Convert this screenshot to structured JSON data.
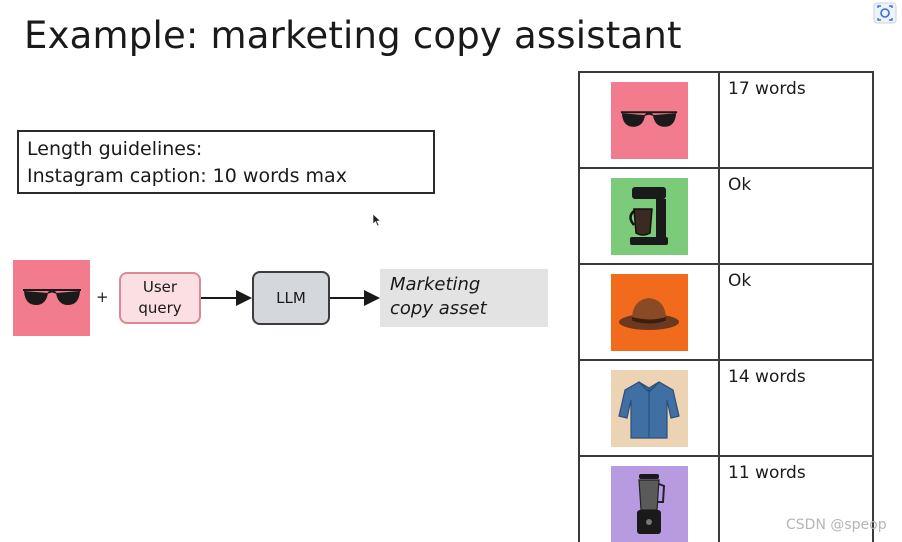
{
  "slide": {
    "title": "Example: marketing copy assistant"
  },
  "guidelines": {
    "line1": "Length guidelines:",
    "line2": "Instagram caption: 10 words max"
  },
  "flow": {
    "plus": "+",
    "user_query_line1": "User",
    "user_query_line2": "query",
    "llm_label": "LLM",
    "output_line1": "Marketing",
    "output_line2": "copy asset"
  },
  "results": [
    {
      "product_icon": "sunglasses-icon",
      "bg": "#f27b8e",
      "result": "17 words"
    },
    {
      "product_icon": "coffee-maker-icon",
      "bg": "#7ccb7a",
      "result": "Ok"
    },
    {
      "product_icon": "hat-icon",
      "bg": "#f26b1c",
      "result": "Ok"
    },
    {
      "product_icon": "shirt-icon",
      "bg": "#ecd3b3",
      "result": "14 words"
    },
    {
      "product_icon": "blender-icon",
      "bg": "#b89ae0",
      "result": "11 words"
    }
  ],
  "watermark": "CSDN @speop",
  "colors": {
    "user_query_fill": "#fbdfe3",
    "user_query_border": "#d98a95",
    "llm_fill": "#d4d7dc",
    "output_fill": "#e3e3e3"
  }
}
